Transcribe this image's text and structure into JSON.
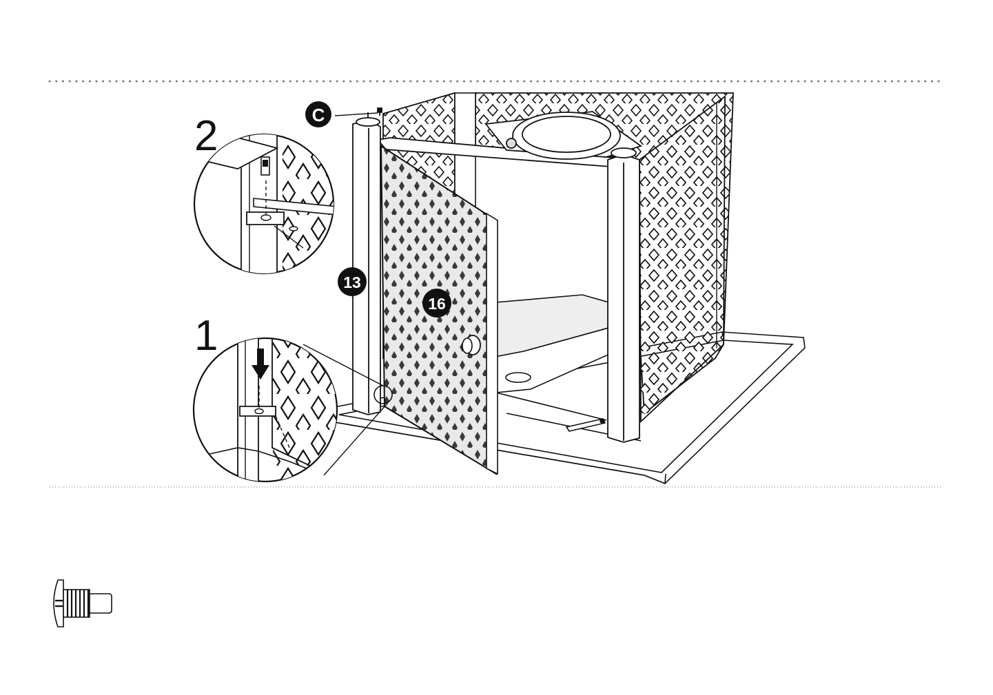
{
  "callouts": {
    "part_c": "C",
    "part_13": "13",
    "part_16": "16"
  },
  "steps": {
    "step_1": "1",
    "step_2": "2"
  },
  "icons": {
    "hardware": "screw-icon",
    "direction": "arrow-down-icon"
  },
  "colors": {
    "line": "#111111",
    "panel_shade": "#e6e6e6",
    "divider": "#9a9a9a"
  }
}
